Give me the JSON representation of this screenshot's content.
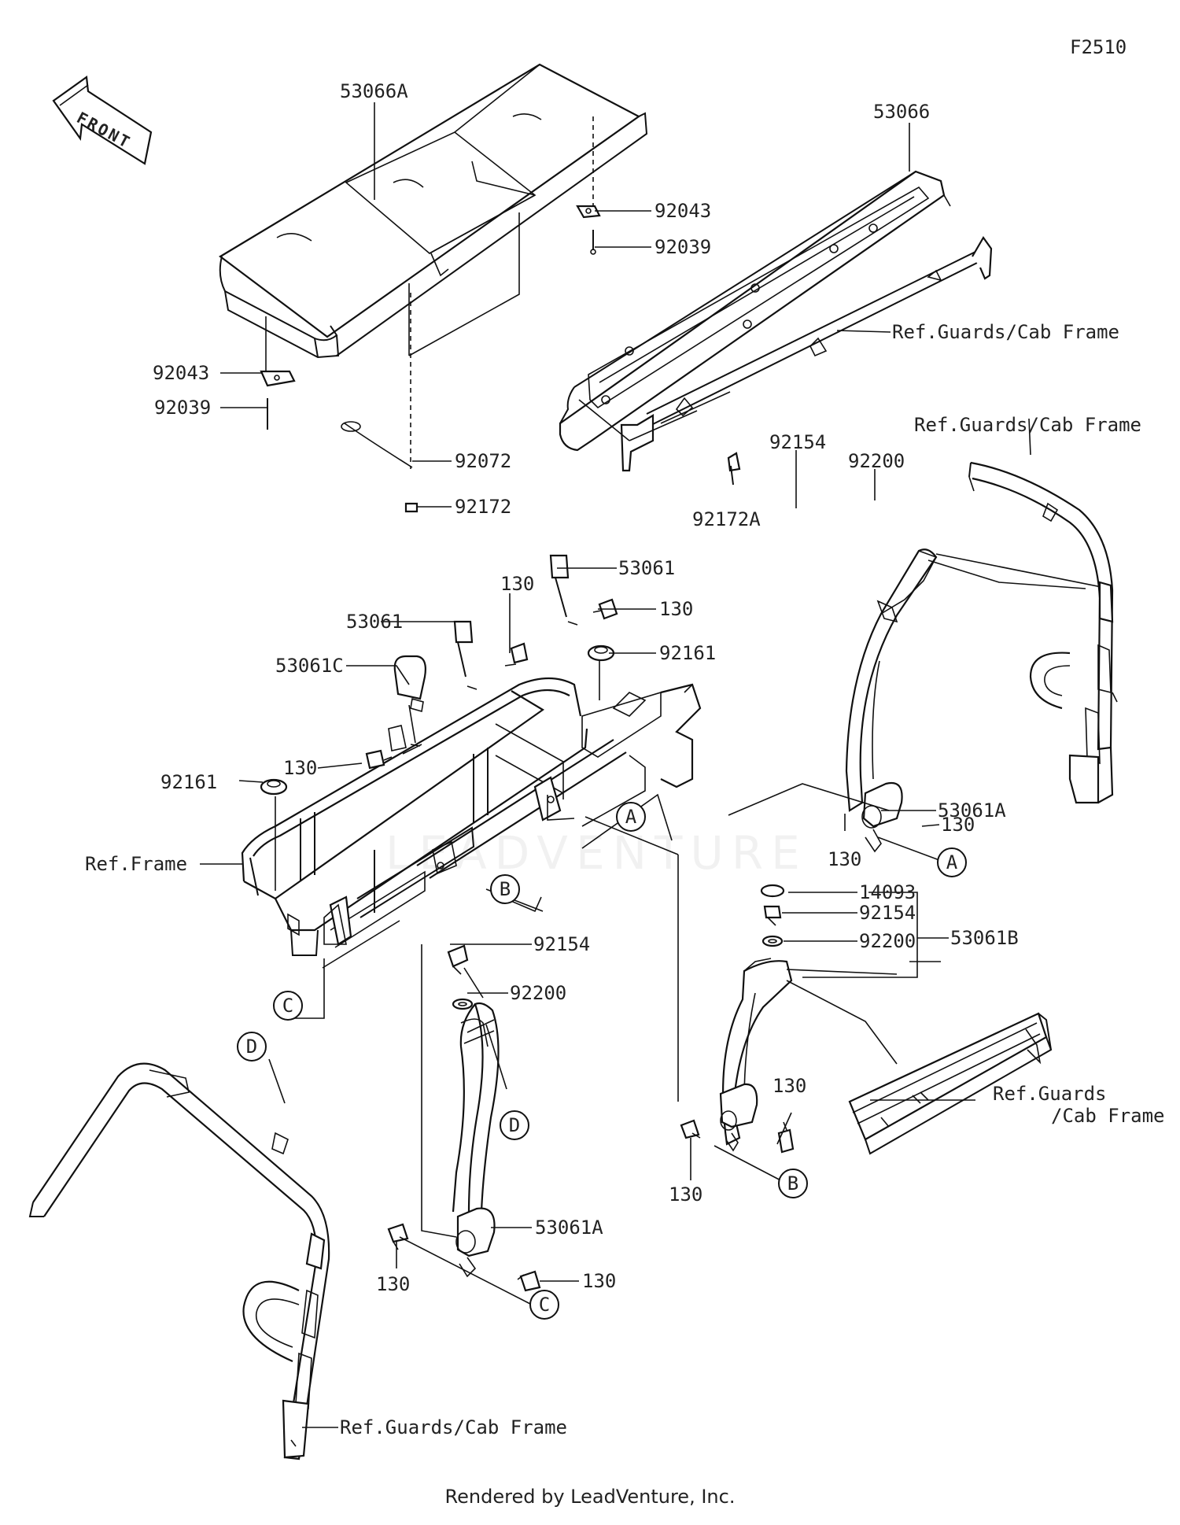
{
  "figure_code": "F2510",
  "front_label": "FRONT",
  "watermark": "LEADVENTURE",
  "footer": "Rendered by LeadVenture, Inc.",
  "callouts": [
    {
      "id": "c1",
      "text": "53066A"
    },
    {
      "id": "c2",
      "text": "53066"
    },
    {
      "id": "c3",
      "text": "92043"
    },
    {
      "id": "c4",
      "text": "92039"
    },
    {
      "id": "c5",
      "text": "Ref.Guards/Cab Frame"
    },
    {
      "id": "c6",
      "text": "92043"
    },
    {
      "id": "c7",
      "text": "92039"
    },
    {
      "id": "c8",
      "text": "Ref.Guards/Cab Frame"
    },
    {
      "id": "c9",
      "text": "92072"
    },
    {
      "id": "c10",
      "text": "92154"
    },
    {
      "id": "c11",
      "text": "92200"
    },
    {
      "id": "c12",
      "text": "92172"
    },
    {
      "id": "c13",
      "text": "92172A"
    },
    {
      "id": "c14",
      "text": "53061"
    },
    {
      "id": "c15",
      "text": "130"
    },
    {
      "id": "c16",
      "text": "130"
    },
    {
      "id": "c17",
      "text": "53061"
    },
    {
      "id": "c18",
      "text": "92161"
    },
    {
      "id": "c19",
      "text": "53061C"
    },
    {
      "id": "c20",
      "text": "130"
    },
    {
      "id": "c21",
      "text": "92161"
    },
    {
      "id": "c22",
      "text": "53061A"
    },
    {
      "id": "c23",
      "text": "130"
    },
    {
      "id": "c24",
      "text": "130"
    },
    {
      "id": "c25",
      "text": "Ref.Frame"
    },
    {
      "id": "c26",
      "text": "14093"
    },
    {
      "id": "c27",
      "text": "92154"
    },
    {
      "id": "c28",
      "text": "53061B"
    },
    {
      "id": "c29",
      "text": "92154"
    },
    {
      "id": "c30",
      "text": "92200"
    },
    {
      "id": "c31",
      "text": "92200"
    },
    {
      "id": "c32",
      "text": "130"
    },
    {
      "id": "c33",
      "text": "Ref.Guards"
    },
    {
      "id": "c34",
      "text": "/Cab Frame"
    },
    {
      "id": "c35",
      "text": "130"
    },
    {
      "id": "c36",
      "text": "53061A"
    },
    {
      "id": "c37",
      "text": "130"
    },
    {
      "id": "c38",
      "text": "130"
    },
    {
      "id": "c39",
      "text": "Ref.Guards/Cab Frame"
    }
  ],
  "reference_letters": [
    {
      "id": "ra1",
      "letter": "A"
    },
    {
      "id": "ra2",
      "letter": "A"
    },
    {
      "id": "rb1",
      "letter": "B"
    },
    {
      "id": "rb2",
      "letter": "B"
    },
    {
      "id": "rc1",
      "letter": "C"
    },
    {
      "id": "rc2",
      "letter": "C"
    },
    {
      "id": "rd1",
      "letter": "D"
    },
    {
      "id": "rd2",
      "letter": "D"
    }
  ]
}
